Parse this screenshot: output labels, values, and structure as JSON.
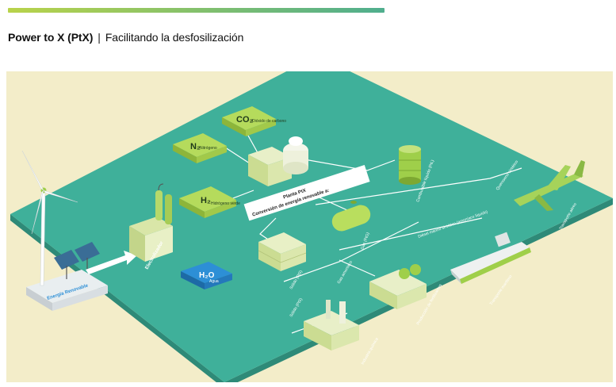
{
  "header": {
    "title_bold": "Power to X (PtX)",
    "separator": "|",
    "title_rest": "Facilitando la desfosilización"
  },
  "diagram": {
    "renewable_energy": "Energía Renovable",
    "electrolyzer": "Electrolizador",
    "h2_formula": "H₂",
    "h2_sub": "Hidrógeno verde",
    "n2_formula": "N₂",
    "n2_sub": "Nitrógeno",
    "co2_formula": "CO₂",
    "co2_sub": "Dióxido de carbono",
    "h2o_formula": "H₂O",
    "h2o_sub": "Agua",
    "plant_title": "Planta PtX",
    "plant_sub": "Conversión de energía renovable a:",
    "liquid_fuel": "Combustible líquido (PtL)",
    "gas": "Gas (PtG)",
    "solid": "Sólido (PtS)",
    "solid_2": "Sólido (PtS)",
    "ammonia_gas": "Gas amoníaco",
    "kerosene": "Queroseno sintético",
    "diesel": "Diésel marino sintético (amoníaco líquido)",
    "air_transport": "Transporte aéreo",
    "maritime_transport": "Transporte marítimo",
    "fertilizer": "Producción de fertilizantes",
    "chemical": "Industria química"
  },
  "colors": {
    "platform": "#3fb09a",
    "platform_side": "#2e8a78",
    "lime": "#9fcf4a",
    "blue": "#2d8fd6",
    "background": "#f3edc9"
  }
}
